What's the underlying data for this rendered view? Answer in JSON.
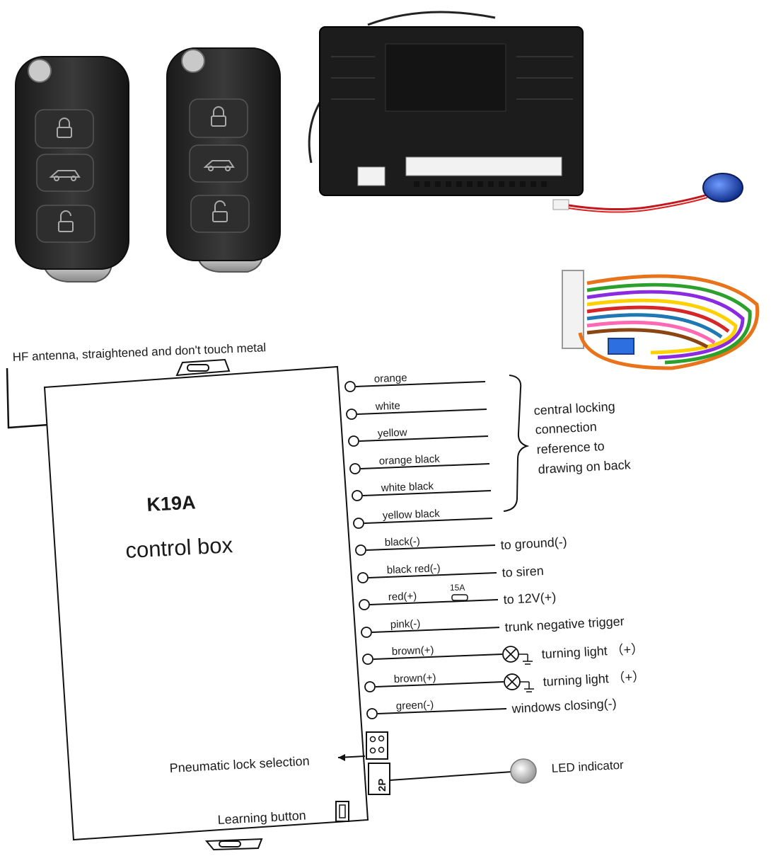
{
  "antenna_label": "HF antenna, straightened and don't touch metal",
  "box_model": "K19A",
  "box_name": "control box",
  "wires": [
    {
      "color": "orange",
      "target": ""
    },
    {
      "color": "white",
      "target": ""
    },
    {
      "color": "yellow",
      "target": ""
    },
    {
      "color": "orange black",
      "target": ""
    },
    {
      "color": "white black",
      "target": ""
    },
    {
      "color": "yellow black",
      "target": ""
    },
    {
      "color": "black(-)",
      "target": "to ground(-)"
    },
    {
      "color": "black red(-)",
      "target": "to siren"
    },
    {
      "color": "red(+)",
      "target": "to 12V(+)"
    },
    {
      "color": "pink(-)",
      "target": "trunk negative trigger"
    },
    {
      "color": "brown(+)",
      "target": "turning light （+）"
    },
    {
      "color": "brown(+)",
      "target": "turning light （+）"
    },
    {
      "color": "green(-)",
      "target": "windows closing(-)"
    }
  ],
  "central_locking_note": [
    "central locking",
    "connection",
    "reference to",
    "drawing on back"
  ],
  "fuse_label": "15A",
  "pneumatic_label": "Pneumatic lock selection",
  "led_label": "LED indicator",
  "connector_2p_label": "2P",
  "learning_button_label": "Learning button",
  "icons": {
    "lock": "lock-icon",
    "car": "car-icon",
    "unlock": "unlock-icon",
    "lamp": "lamp-icon",
    "ground": "ground-icon"
  },
  "colors": {
    "remote_body": "#2a2a2a",
    "module_body": "#1c1c1c",
    "led_blue": "#1f4fd1",
    "wire_red": "#c4161c"
  }
}
